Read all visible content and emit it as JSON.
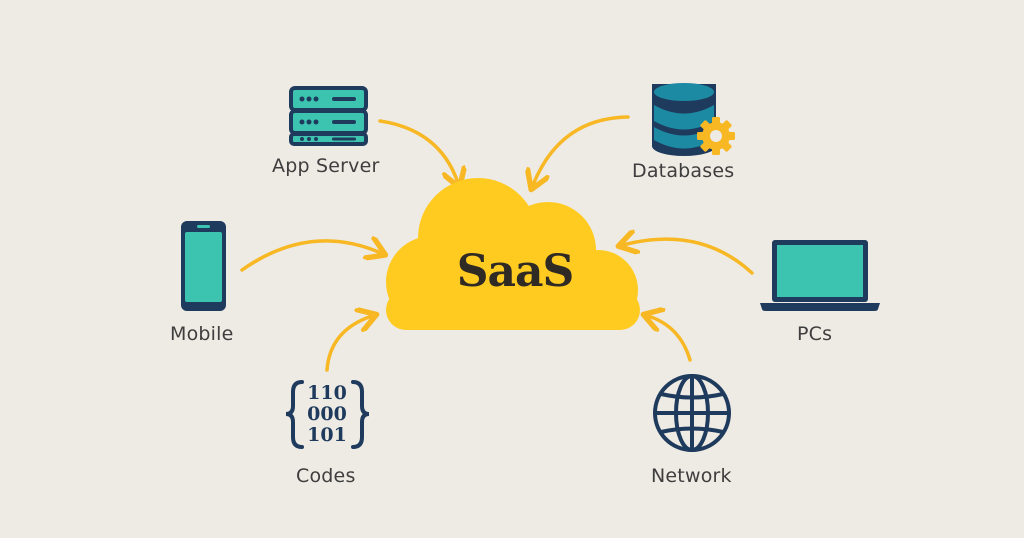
{
  "center": {
    "title": "SaaS"
  },
  "nodes": {
    "app_server": {
      "label": "App Server",
      "icon": "server-rack-icon"
    },
    "databases": {
      "label": "Databases",
      "icon": "database-gear-icon"
    },
    "mobile": {
      "label": "Mobile",
      "icon": "smartphone-icon"
    },
    "pcs": {
      "label": "PCs",
      "icon": "laptop-icon"
    },
    "codes": {
      "label": "Codes",
      "icon": "binary-code-icon",
      "lines": [
        "110",
        "000",
        "101"
      ]
    },
    "network": {
      "label": "Network",
      "icon": "globe-network-icon"
    }
  },
  "colors": {
    "background": "#EEEAE4",
    "cloud": "#FFCB21",
    "arrows": "#F7B824",
    "navy": "#1E3A5C",
    "teal": "#3CC4B0",
    "db_teal": "#1C8AA3",
    "gear": "#F7B824",
    "label_text": "#3E3E3E"
  }
}
